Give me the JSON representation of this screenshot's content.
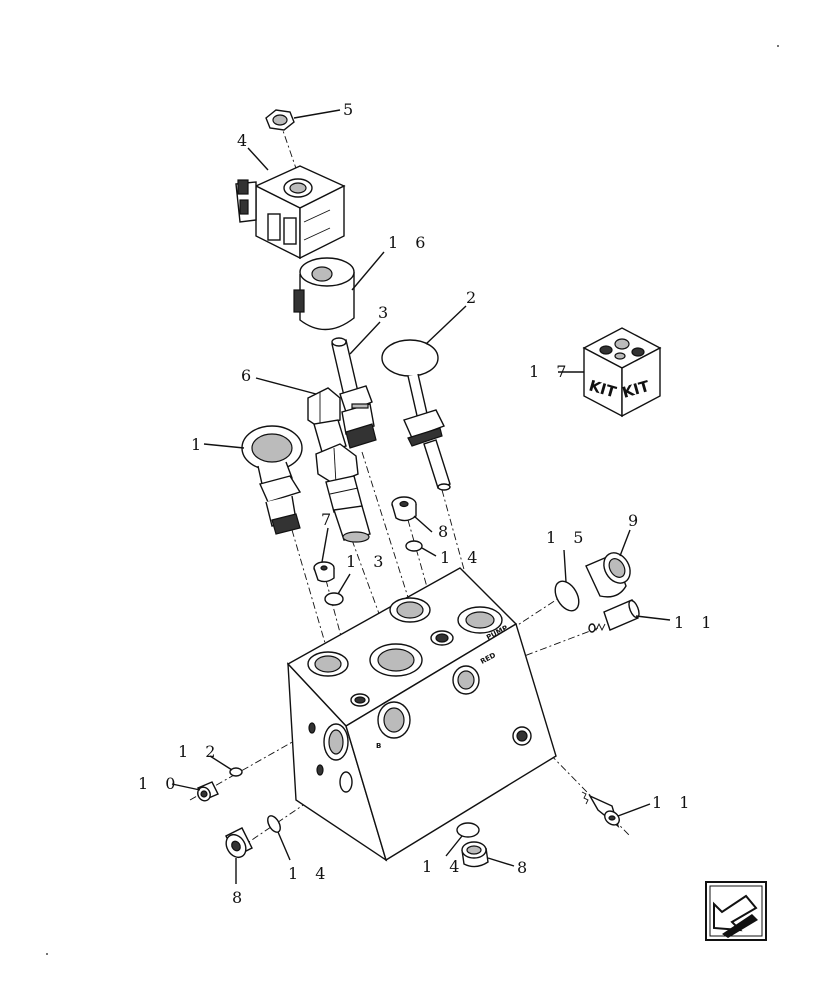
{
  "callouts": {
    "c1": "1",
    "c2": "2",
    "c3": "3",
    "c4": "4",
    "c5": "5",
    "c6": "6",
    "c7": "7",
    "c8a": "8",
    "c8b": "8",
    "c8c": "8",
    "c9": "9",
    "c10": "1 0",
    "c11a": "1 1",
    "c11b": "1 1",
    "c12": "1 2",
    "c13": "1 3",
    "c14a": "1 4",
    "c14b": "1 4",
    "c14c": "1 4",
    "c15": "1 5",
    "c16": "1 6",
    "c17": "1 7"
  },
  "kit": {
    "label_left": "KIT",
    "label_right": "KIT"
  },
  "ports": {
    "pump": "PUMP",
    "ready": "RED",
    "b": "B"
  },
  "nav": {
    "icon": "arrow-left-down-icon"
  }
}
